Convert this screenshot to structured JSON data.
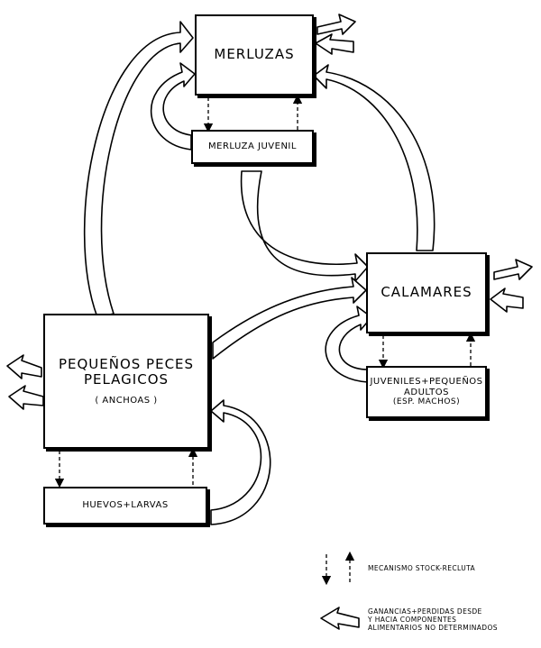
{
  "nodes": {
    "merluzas": "MERLUZAS",
    "merluza_juvenil": "MERLUZA JUVENIL",
    "calamares": "CALAMARES",
    "juveniles": {
      "line1": "JUVENILES+PEQUEÑOS",
      "line2": "ADULTOS",
      "line3": "(ESP. MACHOS)"
    },
    "pequenos": {
      "line1": "PEQUEÑOS PECES",
      "line2": "PELAGICOS",
      "line3": "( ANCHOAS )"
    },
    "huevos": "HUEVOS+LARVAS"
  },
  "legend": {
    "stock": "MECANISMO STOCK-RECLUTA",
    "gains_line1": "GANANCIAS+PERDIDAS DESDE",
    "gains_line2": "Y HACIA COMPONENTES",
    "gains_line3": "ALIMENTARIOS NO DETERMINADOS"
  }
}
